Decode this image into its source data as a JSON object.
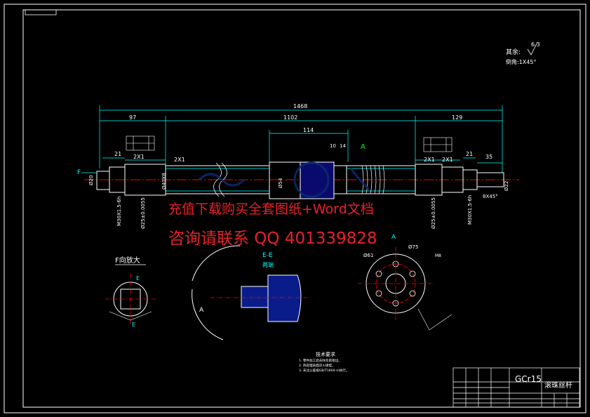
{
  "drawing": {
    "surface_finish": {
      "label": "其余:",
      "value": "6.3"
    },
    "chamfer_note": "倒角:1X45°",
    "dimensions": {
      "overall": "1468",
      "left_step": "97",
      "center": "1102",
      "right_step": "129",
      "nut_width": "114",
      "chamfer_left_a": "2X1",
      "chamfer_left_b": "2X1",
      "chamfer_right_a": "2X1",
      "chamfer_right_b": "2X1",
      "left_shoulder": "21",
      "right_shoulder": "21",
      "right_end": "35",
      "left_dia": "Ø20",
      "shaft_dia": "Ø40X8",
      "nut_dia": "Ø54",
      "right_dia": "Ø22",
      "left_bearing": "Ø25±0.0055",
      "right_bearing": "Ø25±0.0055",
      "left_thread": "M30X1.5-6h",
      "right_thread": "M30X1.5-6h",
      "keyway": "8X45°",
      "small_a": "10",
      "small_b": "14"
    },
    "section_markers": {
      "a": "A",
      "f": "F",
      "e": "E"
    },
    "views": {
      "f_view_title": "F向放大",
      "e_section_title": "E-E",
      "e_section_subtitle": "两端",
      "a_view_title": "A",
      "phi_61": "Ø61",
      "phi_75": "Ø75",
      "m8": "M8"
    },
    "tech_requirements": {
      "title": "技术要求",
      "lines": [
        "1. 零件加工后去除毛刺锐边。",
        "2. 热处理表面淬火硬度。",
        "3. 未注公差按GB/T1804-m执行。"
      ]
    },
    "title_block": {
      "material": "GCr15",
      "part_name": "滚珠丝杆"
    },
    "watermark": {
      "line1": "充值下载购买全套图纸+Word文档",
      "line2": "咨询请联系 QQ 401339828"
    }
  },
  "colors": {
    "background": "#000000",
    "outline": "#ffffff",
    "dimension": "#00ffff",
    "hidden": "#0000ff",
    "center": "#ff0000",
    "accent": "#00ff00",
    "watermark": "#e8212a",
    "nut": "#2a3cff"
  }
}
